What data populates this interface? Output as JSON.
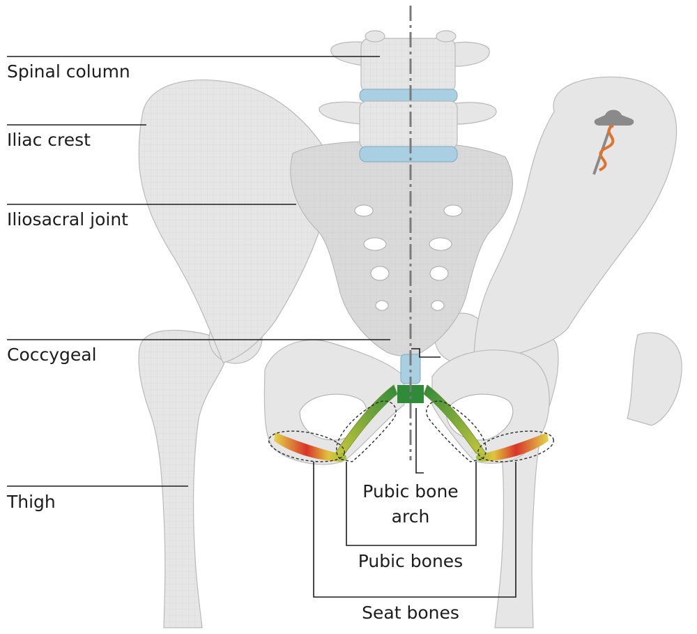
{
  "labels": {
    "spinal_column": "Spinal column",
    "iliac_crest": "Iliac crest",
    "iliosacral_joint": "Iliosacral joint",
    "coccygeal": "Coccygeal",
    "thigh": "Thigh",
    "pubic_bone_arch_line1": "Pubic bone",
    "pubic_bone_arch_line2": "arch",
    "pubic_bones": "Pubic bones",
    "seat_bones": "Seat bones"
  },
  "colors": {
    "bone": "#e6e6e6",
    "disc": "#a9cfe2",
    "pubic_arch": "#2f8a3a",
    "pressure_low": "#e3d64a",
    "pressure_high": "#d8352a",
    "logo_orange": "#e0732c",
    "logo_gray": "#8a8a8a"
  },
  "icons": [
    "caduceus-logo-icon"
  ]
}
